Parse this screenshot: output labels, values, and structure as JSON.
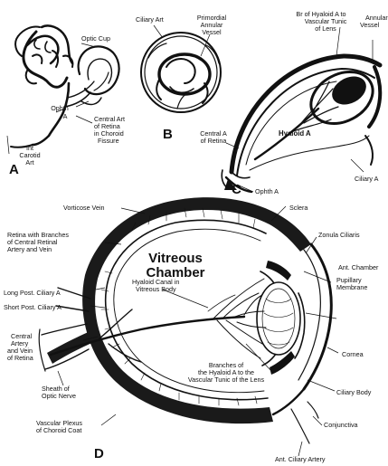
{
  "panels": {
    "a": {
      "letter": "A",
      "labels": {
        "optic_cup": "Optic Cup",
        "ophth_a": [
          "Ophth",
          "A"
        ],
        "central_art": [
          "Central Art",
          "of Retina",
          "in Choroid",
          "Fissure"
        ],
        "int_carotid": [
          "Int",
          "Carotid",
          "Art"
        ]
      }
    },
    "b": {
      "letter": "B",
      "labels": {
        "ciliary_art": "Ciliary Art",
        "primordial": [
          "Primordial",
          "Annular",
          "Vessel"
        ]
      }
    },
    "c": {
      "letter": "C",
      "labels": {
        "hyaloid_branch": [
          "Br of Hyaloid A to",
          "Vascular Tunic",
          "of Lens"
        ],
        "annular_vessel": [
          "Annular",
          "Vessel"
        ],
        "central_a_retina": [
          "Central A",
          "of Retina"
        ],
        "hyaloid_a": "Hyaloid A",
        "ophth_a": "Ophth A",
        "ciliary_a": "Ciliary A"
      }
    },
    "d": {
      "letter": "D",
      "chamber": [
        "Vitreous",
        "Chamber"
      ],
      "labels": {
        "vorticose_vein": "Vorticose Vein",
        "sclera": "Sclera",
        "retina_branches": [
          "Retina with Branches",
          "of Central Retinal",
          "Artery and Vein"
        ],
        "zonula_ciliaris": "Zonula Ciliaris",
        "ant_chamber": "Ant. Chamber",
        "long_post_ciliary": "Long Post. Ciliary A",
        "short_post_ciliary": "Short Post. Ciliary A",
        "hyaloid_canal": [
          "Hyaloid Canal in",
          "Vitreous Body"
        ],
        "pupillary_membrane": [
          "Pupillary",
          "Membrane"
        ],
        "central_artery_vein": [
          "Central",
          "Artery",
          "and Vein",
          "of Retina"
        ],
        "cornea": "Cornea",
        "hyaloid_branches": [
          "Branches of",
          "the Hyaloid A to the",
          "Vascular Tunic of the Lens"
        ],
        "sheath_optic": [
          "Sheath of",
          "Optic Nerve"
        ],
        "ciliary_body": "Ciliary Body",
        "vascular_plexus": [
          "Vascular Plexus",
          "of Choroid Coat"
        ],
        "conjunctiva": "Conjunctiva",
        "ant_ciliary_artery": "Ant. Ciliary Artery"
      }
    }
  }
}
